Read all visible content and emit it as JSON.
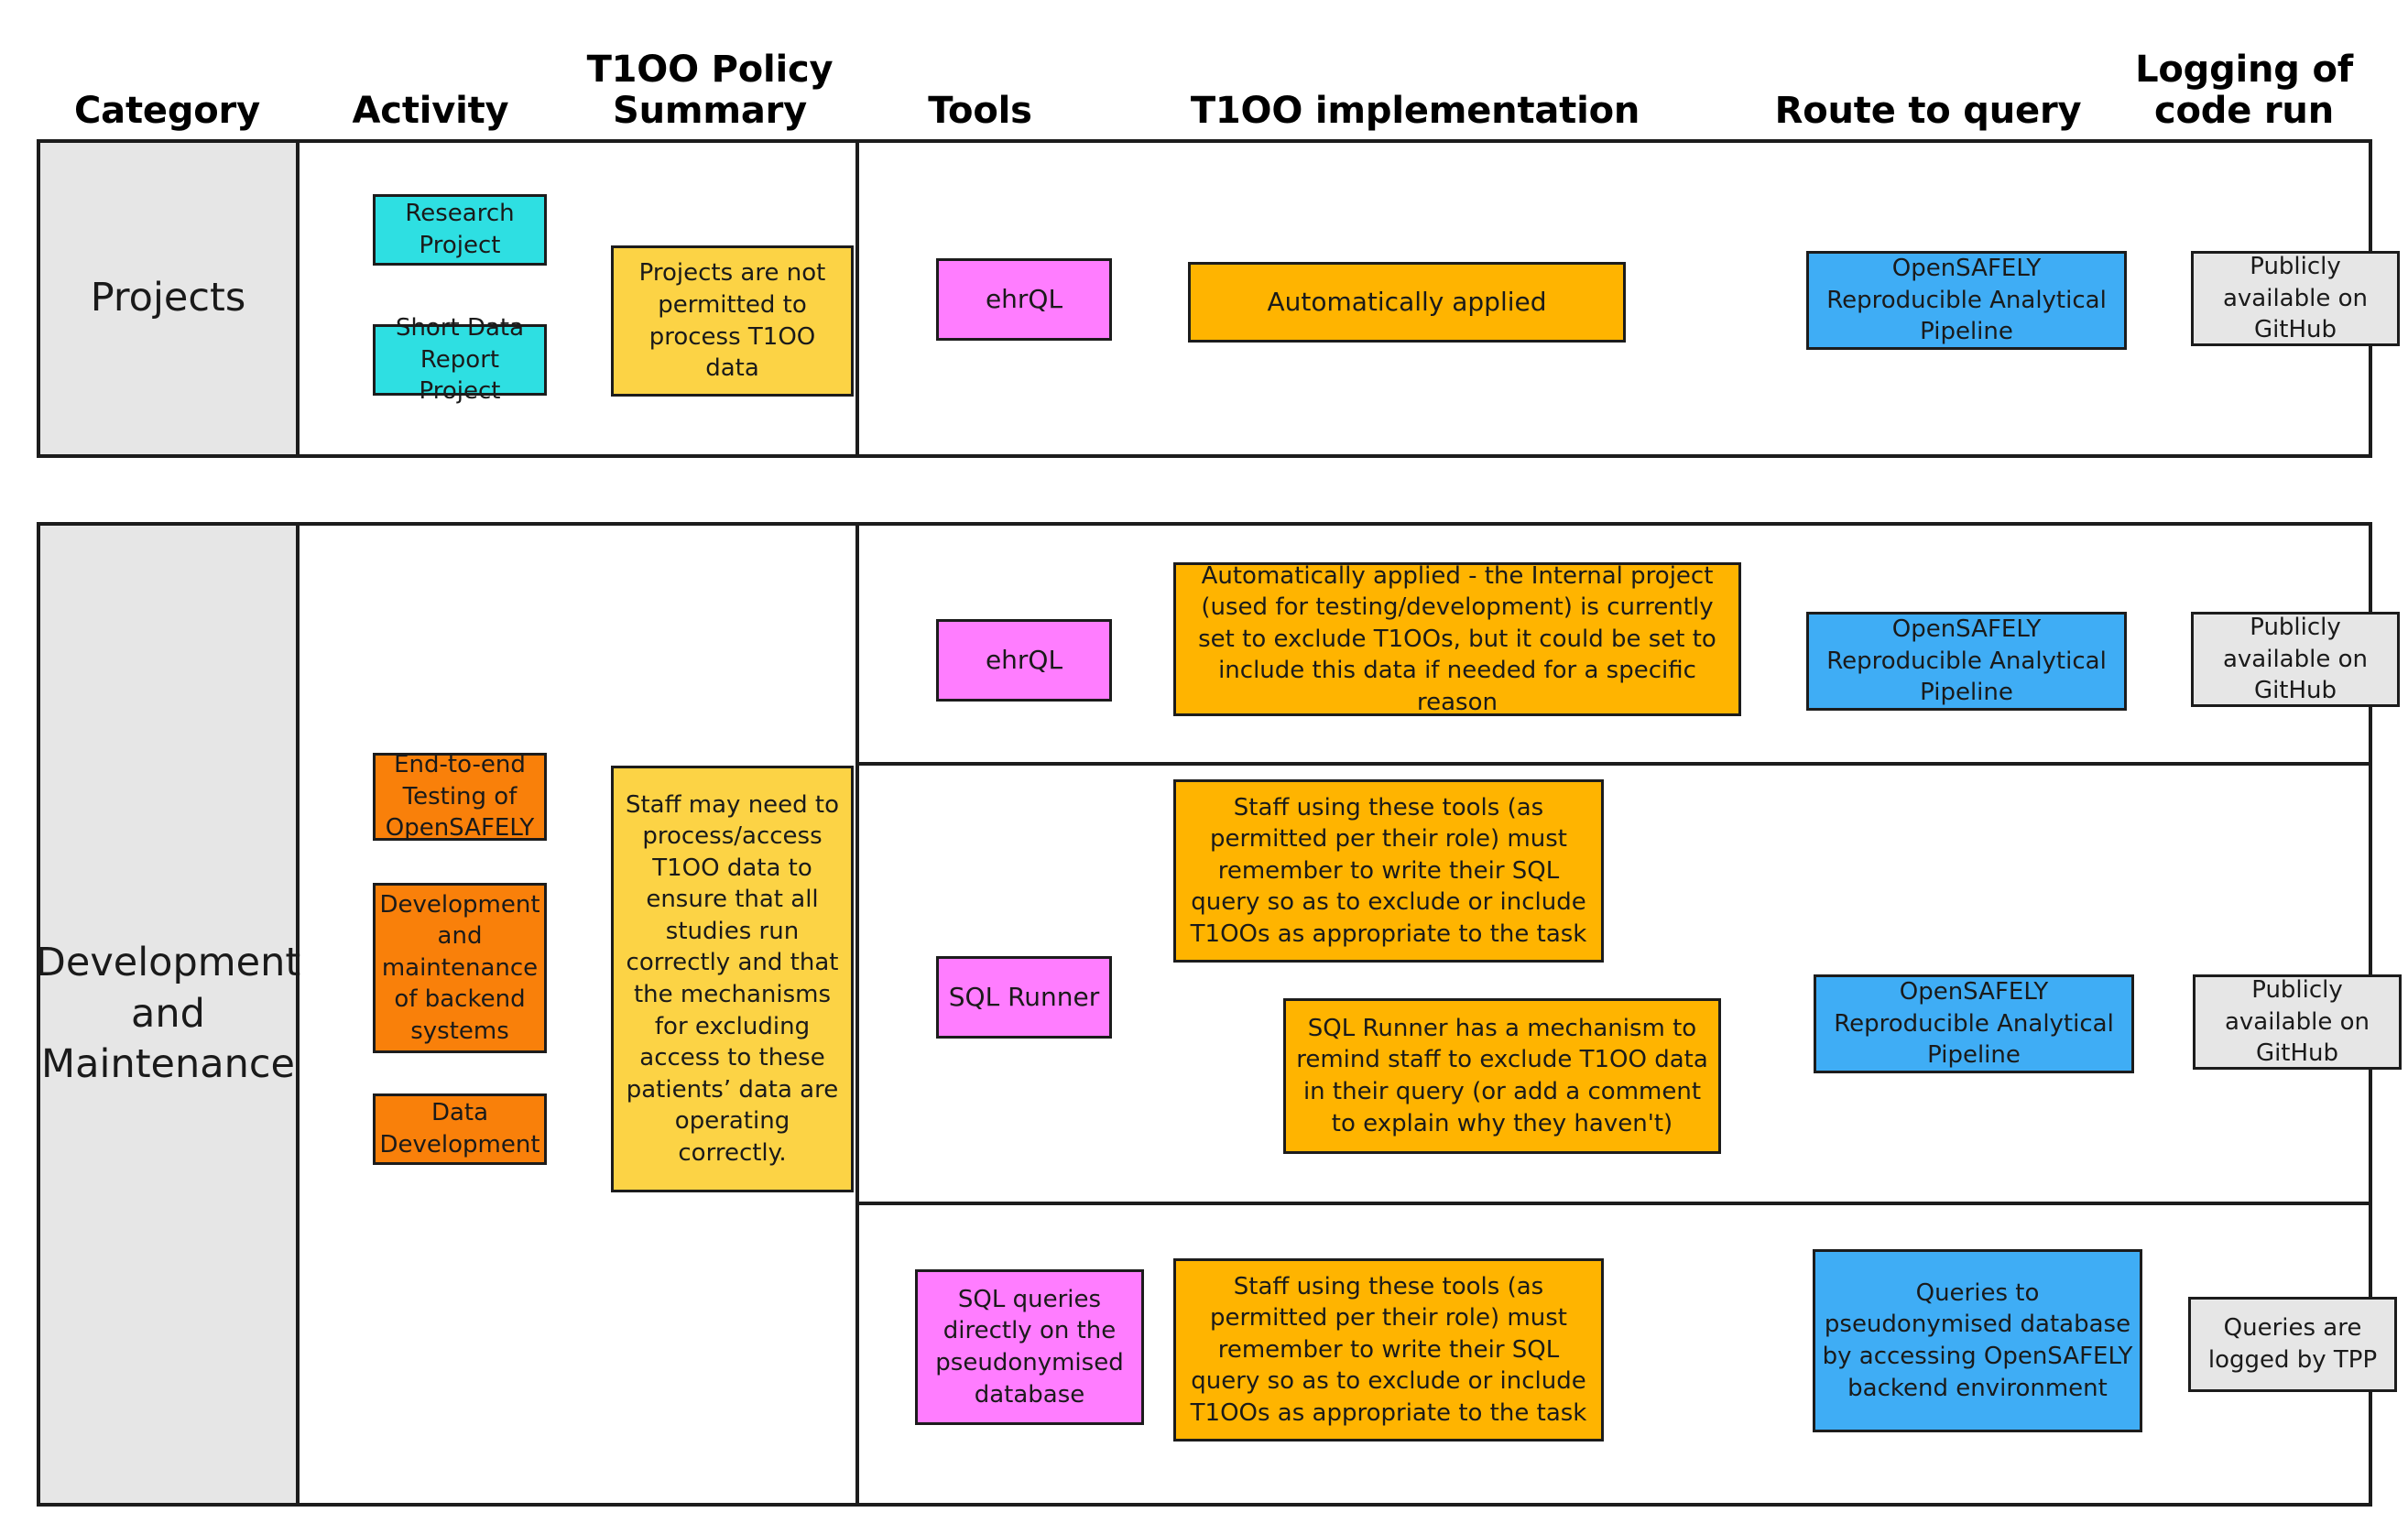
{
  "headers": [
    {
      "id": "category",
      "label": "Category"
    },
    {
      "id": "activity",
      "label": "Activity"
    },
    {
      "id": "policy",
      "label": "T1OO Policy\nSummary"
    },
    {
      "id": "tools",
      "label": "Tools"
    },
    {
      "id": "impl",
      "label": "T1OO implementation"
    },
    {
      "id": "route",
      "label": "Route to query"
    },
    {
      "id": "logging",
      "label": "Logging of\ncode run"
    }
  ],
  "colors": {
    "cyan": "#2EDFE2",
    "orange": "#F9800A",
    "yellow": "#FCD345",
    "magenta": "#FF7DFF",
    "amber": "#FFB400",
    "blue": "#3FADF5",
    "grey": "#E6E6E6",
    "border": "#1C1C1C"
  },
  "rows": [
    {
      "id": "projects",
      "category": "Projects",
      "activities": [
        "Research Project",
        "Short Data Report Project"
      ],
      "policy_summary": "Projects are not permitted to process T1OO data",
      "subrows": [
        {
          "id": "projects-ehrql",
          "tools": [
            "ehrQL"
          ],
          "implementation": [
            "Automatically applied"
          ],
          "route": "OpenSAFELY Reproducible Analytical Pipeline",
          "logging": "Publicly available on GitHub"
        }
      ]
    },
    {
      "id": "development-and-maintenance",
      "category": "Development and Maintenance",
      "activities": [
        "End-to-end Testing of OpenSAFELY",
        "Development and maintenance of backend systems",
        "Data Development"
      ],
      "policy_summary": "Staff may need to process/access T1OO data to ensure that all studies run correctly and that the mechanisms for excluding access to these patients’ data are operating correctly.",
      "subrows": [
        {
          "id": "dev-ehrql",
          "tools": [
            "ehrQL"
          ],
          "implementation": [
            "Automatically applied - the Internal project (used for testing/development) is currently set to exclude T1OOs, but it could be set to include this data if needed for a specific reason"
          ],
          "route": "OpenSAFELY Reproducible Analytical Pipeline",
          "logging": "Publicly available on GitHub"
        },
        {
          "id": "dev-sql-runner",
          "tools": [
            "SQL Runner"
          ],
          "implementation": [
            "Staff using these tools (as permitted per their role) must remember to write their SQL query so as to exclude or include T1OOs as appropriate to the task",
            "SQL Runner has a mechanism to remind staff to exclude T1OO data in their query (or add a comment to explain why they haven't)"
          ],
          "route": "OpenSAFELY Reproducible Analytical Pipeline",
          "logging": "Publicly available on GitHub"
        },
        {
          "id": "dev-direct-sql",
          "tools": [
            "SQL queries directly on the pseudonymised database"
          ],
          "implementation": [
            "Staff using these tools (as permitted per their role) must remember to write their SQL query so as to exclude or include T1OOs as appropriate to the task"
          ],
          "route": "Queries to pseudonymised database by accessing OpenSAFELY backend environment",
          "logging": "Queries are logged by TPP"
        }
      ]
    }
  ]
}
